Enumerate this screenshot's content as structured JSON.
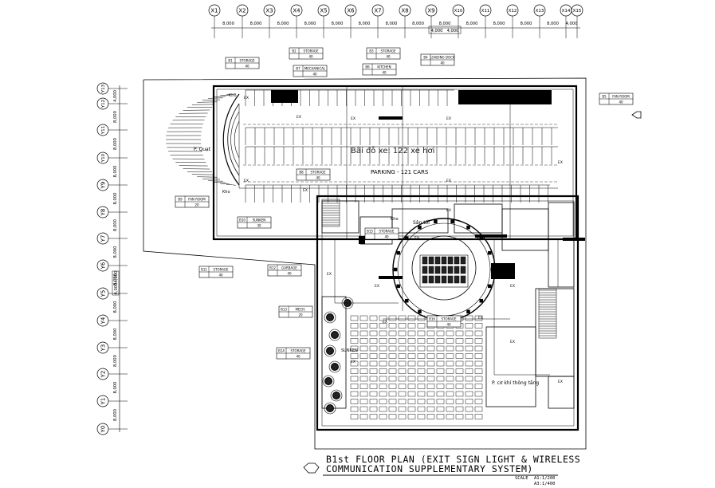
{
  "plan": {
    "title_line_1": "B1st FLOOR PLAN (EXIT SIGN LIGHT & WIRELESS",
    "title_line_2": "COMMUNICATION SUPPLEMENTARY SYSTEM)",
    "scale_label": "SCALE",
    "scale_value_1": "A1:1/200",
    "scale_value_2": "A3:1/400"
  },
  "grid": {
    "x_axes": [
      "X1",
      "X2",
      "X3",
      "X4",
      "X5",
      "X6",
      "X7",
      "X8",
      "X9",
      "X10",
      "X11",
      "X12",
      "X13",
      "X14",
      "X15"
    ],
    "x_dims": [
      "8,000",
      "8,000",
      "8,000",
      "8,000",
      "8,000",
      "8,000",
      "8,000",
      "8,000",
      "8,000",
      "8,000",
      "8,000",
      "8,000",
      "8,000",
      "4,000"
    ],
    "x_subdims": [
      "4,000",
      "4,000"
    ],
    "y_axes": [
      "Y13",
      "Y12",
      "Y11",
      "Y10",
      "Y9",
      "Y8",
      "Y7",
      "Y6",
      "Y5",
      "Y4",
      "Y3",
      "Y2",
      "Y1",
      "Y0"
    ],
    "y_dims": [
      "4,000",
      "8,000",
      "8,000",
      "8,000",
      "8,000",
      "8,000",
      "8,000",
      "8,000",
      "8,000",
      "8,000",
      "8,000",
      "8,000",
      "8,000"
    ],
    "y_subdims": [
      "4,000",
      "4,000"
    ]
  },
  "labels": {
    "parking_vn": "Bãi đỗ xe: 122 xe hơi",
    "parking_en": "PARKING - 121 CARS",
    "room_quat": "P. Quạt",
    "kho": "Kho",
    "san_toi": "Sân tối",
    "co_khi": "P. cơ khí thông tầng",
    "sunken": "SUNKEN",
    "exit": "EX"
  },
  "tags": [
    {
      "code": "B1",
      "name": "STORAGE",
      "area": "40"
    },
    {
      "code": "B2",
      "name": "STORAGE",
      "area": "40"
    },
    {
      "code": "B3",
      "name": "STORAGE",
      "area": "40"
    },
    {
      "code": "B4",
      "name": "LOADING DOCK",
      "area": "40"
    },
    {
      "code": "B5",
      "name": "FAN ROOM",
      "area": "40"
    },
    {
      "code": "B6",
      "name": "KITCHEN",
      "area": "40"
    },
    {
      "code": "B7",
      "name": "MECHANICAL",
      "area": "40"
    },
    {
      "code": "B8",
      "name": "STORAGE",
      "area": "40"
    },
    {
      "code": "B9",
      "name": "FAN ROOM",
      "area": "20"
    },
    {
      "code": "B10",
      "name": "SUNKEN",
      "area": "30"
    },
    {
      "code": "B11",
      "name": "STORAGE",
      "area": "40"
    },
    {
      "code": "B12",
      "name": "GARBAGE",
      "area": "40"
    },
    {
      "code": "B13",
      "name": "MECH.",
      "area": "20"
    },
    {
      "code": "B14",
      "name": "STORAGE",
      "area": "40"
    },
    {
      "code": "B15",
      "name": "STORAGE",
      "area": "40"
    },
    {
      "code": "B16",
      "name": "STORAGE",
      "area": "40"
    }
  ]
}
